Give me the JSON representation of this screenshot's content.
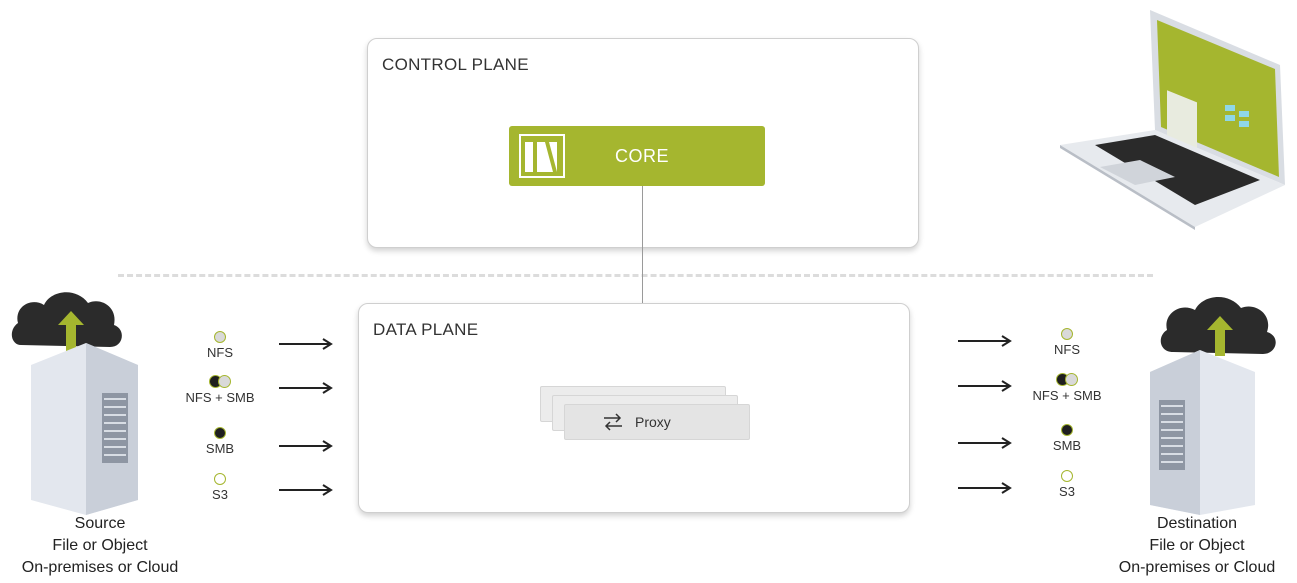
{
  "control_plane": {
    "title": "CONTROL PLANE",
    "core_label": "CORE"
  },
  "data_plane": {
    "title": "DATA PLANE",
    "proxy_label": "Proxy"
  },
  "protocols": {
    "nfs": "NFS",
    "nfs_smb": "NFS + SMB",
    "smb": "SMB",
    "s3": "S3"
  },
  "source": {
    "line1": "Source",
    "line2": "File or Object",
    "line3": "On-premises or Cloud"
  },
  "destination": {
    "line1": "Destination",
    "line2": "File or Object",
    "line3": "On-premises or Cloud"
  },
  "colors": {
    "accent": "#a5b62f",
    "cloud": "#2b2b2b",
    "server": "#e3e7ee"
  }
}
